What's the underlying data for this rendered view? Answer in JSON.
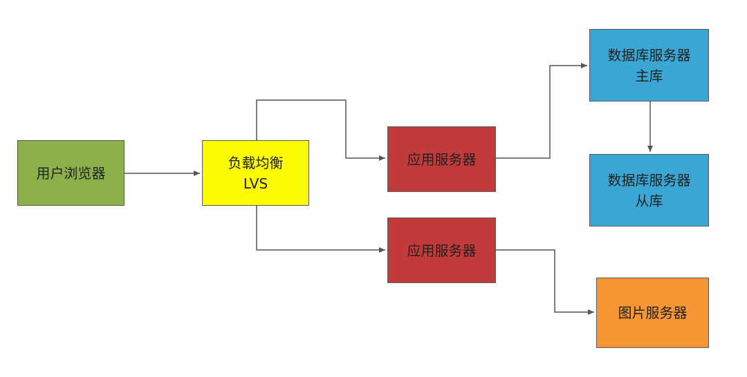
{
  "nodes": {
    "browser": {
      "label": "用户浏览器"
    },
    "load_balancer": {
      "line1": "负载均衡",
      "line2": "LVS"
    },
    "app_server_1": {
      "label": "应用服务器"
    },
    "app_server_2": {
      "label": "应用服务器"
    },
    "db_master": {
      "line1": "数据库服务器",
      "line2": "主库"
    },
    "db_slave": {
      "line1": "数据库服务器",
      "line2": "从库"
    },
    "image_server": {
      "label": "图片服务器"
    }
  },
  "edges": [
    {
      "from": "browser",
      "to": "load_balancer"
    },
    {
      "from": "load_balancer",
      "to": "app_server_1"
    },
    {
      "from": "load_balancer",
      "to": "app_server_2"
    },
    {
      "from": "app_server_1",
      "to": "db_master"
    },
    {
      "from": "db_master",
      "to": "db_slave"
    },
    {
      "from": "app_server_2",
      "to": "image_server"
    }
  ],
  "colors": {
    "browser": "#8cb04a",
    "load_balancer": "#fafa05",
    "app_server": "#c33a3b",
    "database": "#3aa6d3",
    "image_server": "#f79433",
    "connector": "#555555"
  }
}
